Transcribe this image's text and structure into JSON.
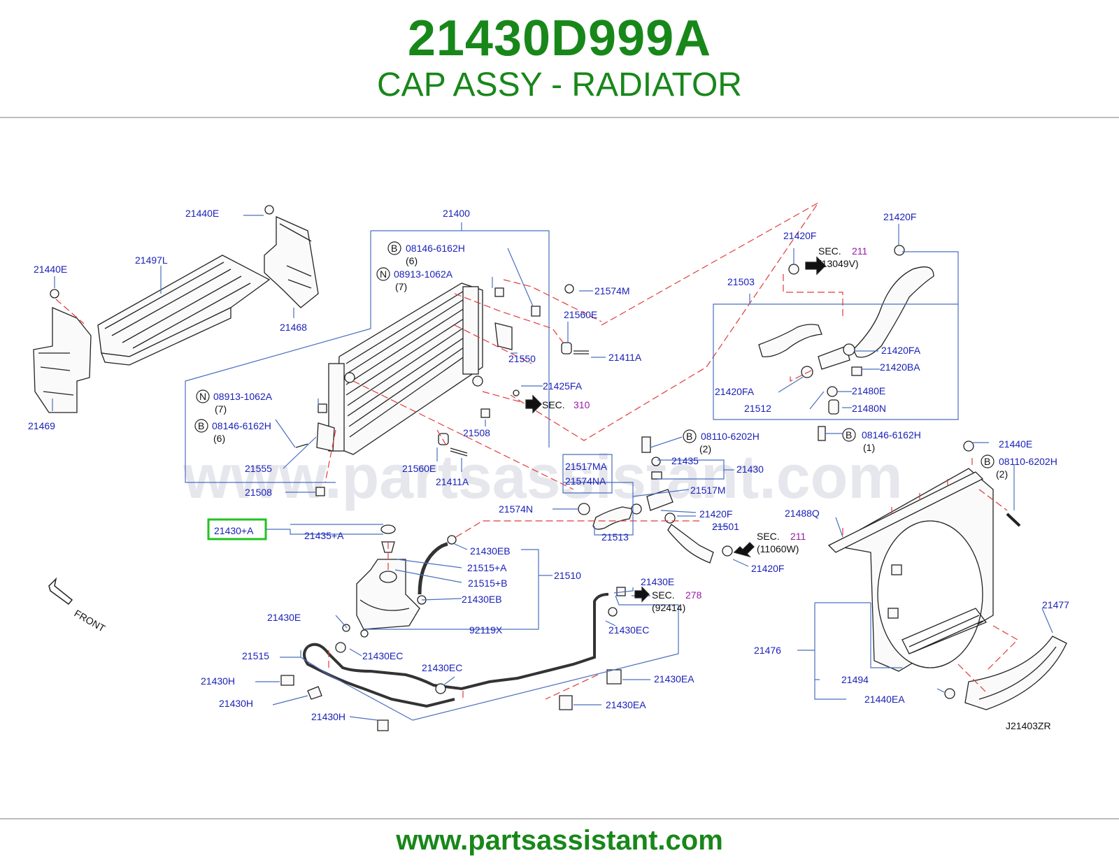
{
  "header": {
    "part_number": "21430D999A",
    "part_name": "CAP ASSY - RADIATOR"
  },
  "watermark": "www.partsassistant.com",
  "footer": {
    "url": "www.partsassistant.com"
  },
  "diagram": {
    "code": "J21403ZR",
    "front_label": "FRONT",
    "highlighted_part": "21430+A",
    "labels": {
      "p21440E_a": "21440E",
      "p21440E_b": "21440E",
      "p21440E_c": "21440E",
      "p21497L": "21497L",
      "p21468": "21468",
      "p21469": "21469",
      "p21400": "21400",
      "b08146_a": "08146-6162H",
      "b08146_a_qty": "(6)",
      "n08913_a": "08913-1062A",
      "n08913_a_qty": "(7)",
      "n08913_b": "08913-1062A",
      "n08913_b_qty": "(7)",
      "b08146_b": "08146-6162H",
      "b08146_b_qty": "(6)",
      "p21555": "21555",
      "p21508_a": "21508",
      "p21508_b": "21508",
      "p21574M": "21574M",
      "p21560E_a": "21560E",
      "p21560E_b": "21560E",
      "p21411A_a": "21411A",
      "p21411A_b": "21411A",
      "p21550": "21550",
      "p21425FA": "21425FA",
      "sec": "SEC.",
      "sec310": "310",
      "p21420F_a": "21420F",
      "p21420F_b": "21420F",
      "p21420F_c": "21420F",
      "p21420F_d": "21420F",
      "sec211_a": "211",
      "sec211_a_ref": "(13049V)",
      "p21503": "21503",
      "p21420FA_a": "21420FA",
      "p21420FA_b": "21420FA",
      "p21420BA": "21420BA",
      "p21480E": "21480E",
      "p21480N": "21480N",
      "p21512": "21512",
      "b08146_c": "08146-6162H",
      "b08146_c_qty": "(1)",
      "b08110_a": "08110-6202H",
      "b08110_a_qty": "(2)",
      "b08110_b": "08110-6202H",
      "b08110_b_qty": "(2)",
      "p21435": "21435",
      "p21430": "21430",
      "p21517MA": "21517MA",
      "p21574NA": "21574NA",
      "p21517M": "21517M",
      "p21574N": "21574N",
      "p21513": "21513",
      "p21501": "21501",
      "sec211_b": "211",
      "sec211_b_ref": "(11060W)",
      "p21488Q": "21488Q",
      "p21430A": "21430+A",
      "p21435A": "21435+A",
      "p21430EB_a": "21430EB",
      "p21430EB_b": "21430EB",
      "p21515A": "21515+A",
      "p21515B": "21515+B",
      "p21510": "21510",
      "p21430E_a": "21430E",
      "p21430E_b": "21430E",
      "sec278": "278",
      "sec278_ref": "(92414)",
      "p92119X": "92119X",
      "p21430EC_a": "21430EC",
      "p21430EC_b": "21430EC",
      "p21430EC_c": "21430EC",
      "p21515": "21515",
      "p21430H_a": "21430H",
      "p21430H_b": "21430H",
      "p21430H_c": "21430H",
      "p21430EA_a": "21430EA",
      "p21430EA_b": "21430EA",
      "p21477": "21477",
      "p21476": "21476",
      "p21494": "21494",
      "p21440EA": "21440EA",
      "circle_b": "B",
      "circle_n": "N"
    }
  }
}
